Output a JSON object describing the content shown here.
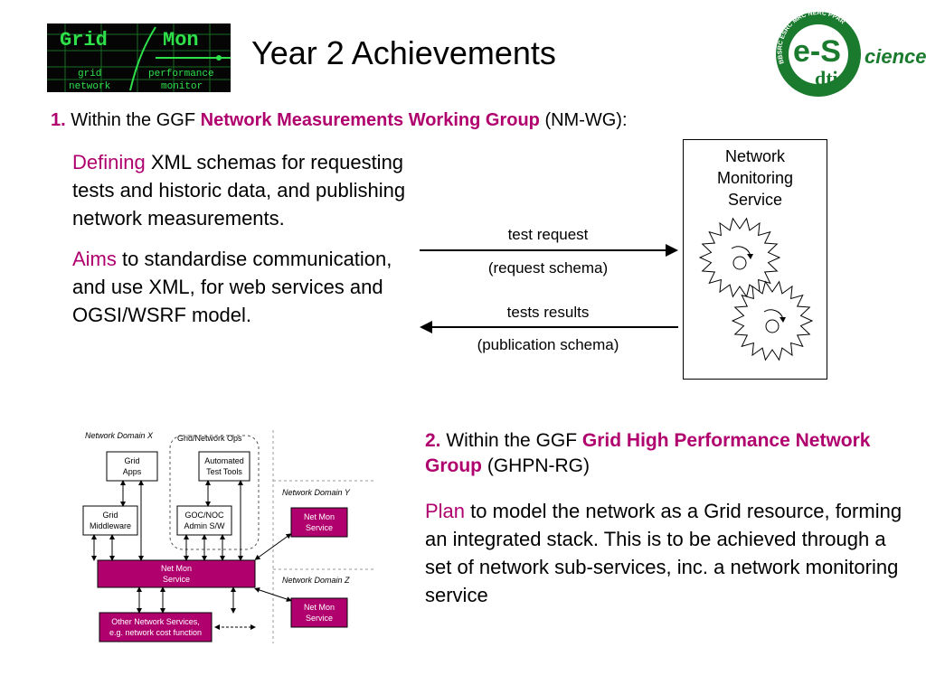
{
  "logo_left": {
    "line1_a": "Grid",
    "line1_b": "Mon",
    "line2_a": "grid",
    "line2_b": "performance",
    "line3_a": "network",
    "line3_b": "monitor"
  },
  "logo_right": {
    "text_e": "e-S",
    "text_cience": "cience",
    "text_dti": "dti",
    "arc_text": "BBSRC ESRC MRC NERC PPARC CCLRC"
  },
  "title": "Year 2 Achievements",
  "section1": {
    "number": "1.",
    "intro": "Within the GGF",
    "group_name": "Network Measurements Working Group",
    "abbrev": "(NM-WG):",
    "p1_lead": "Defining",
    "p1_rest": "XML schemas for requesting tests and historic data, and publishing network measurements.",
    "p2_lead": "Aims",
    "p2_rest": "to standardise communication, and use XML, for web services and OGSI/WSRF model."
  },
  "nm_service": {
    "label_lines": [
      "Network",
      "Monitoring",
      "Service"
    ],
    "arrow1_label": "test request",
    "arrow1_sub": "(request schema)",
    "arrow2_label": "tests results",
    "arrow2_sub": "(publication schema)"
  },
  "diagram": {
    "domain_x": "Network Domain X",
    "grid_ops": "Grid/Network Ops",
    "grid_apps": [
      "Grid",
      "Apps"
    ],
    "auto_tools": [
      "Automated",
      "Test Tools"
    ],
    "grid_mw": [
      "Grid",
      "Middleware"
    ],
    "goc": [
      "GOC/NOC",
      "Admin S/W"
    ],
    "netmon_main": [
      "Net Mon",
      "Service"
    ],
    "other_services": [
      "Other Network Services,",
      "e.g. network cost function"
    ],
    "domain_y": "Network Domain Y",
    "netmon_y": [
      "Net Mon",
      "Service"
    ],
    "domain_z": "Network Domain Z",
    "netmon_z": [
      "Net Mon",
      "Service"
    ]
  },
  "section2": {
    "number": "2.",
    "intro": "Within the GGF",
    "group_name": "Grid High Performance Network Group",
    "abbrev": "(GHPN-RG)",
    "p_lead": "Plan",
    "p_rest": "to model the network as a Grid resource, forming an integrated stack. This is to be achieved through a set of network sub-services, inc. a network monitoring service"
  },
  "colors": {
    "accent": "#b0006e",
    "logo_green": "#1fc23a",
    "logo_dark_green": "#1a7a2e"
  }
}
